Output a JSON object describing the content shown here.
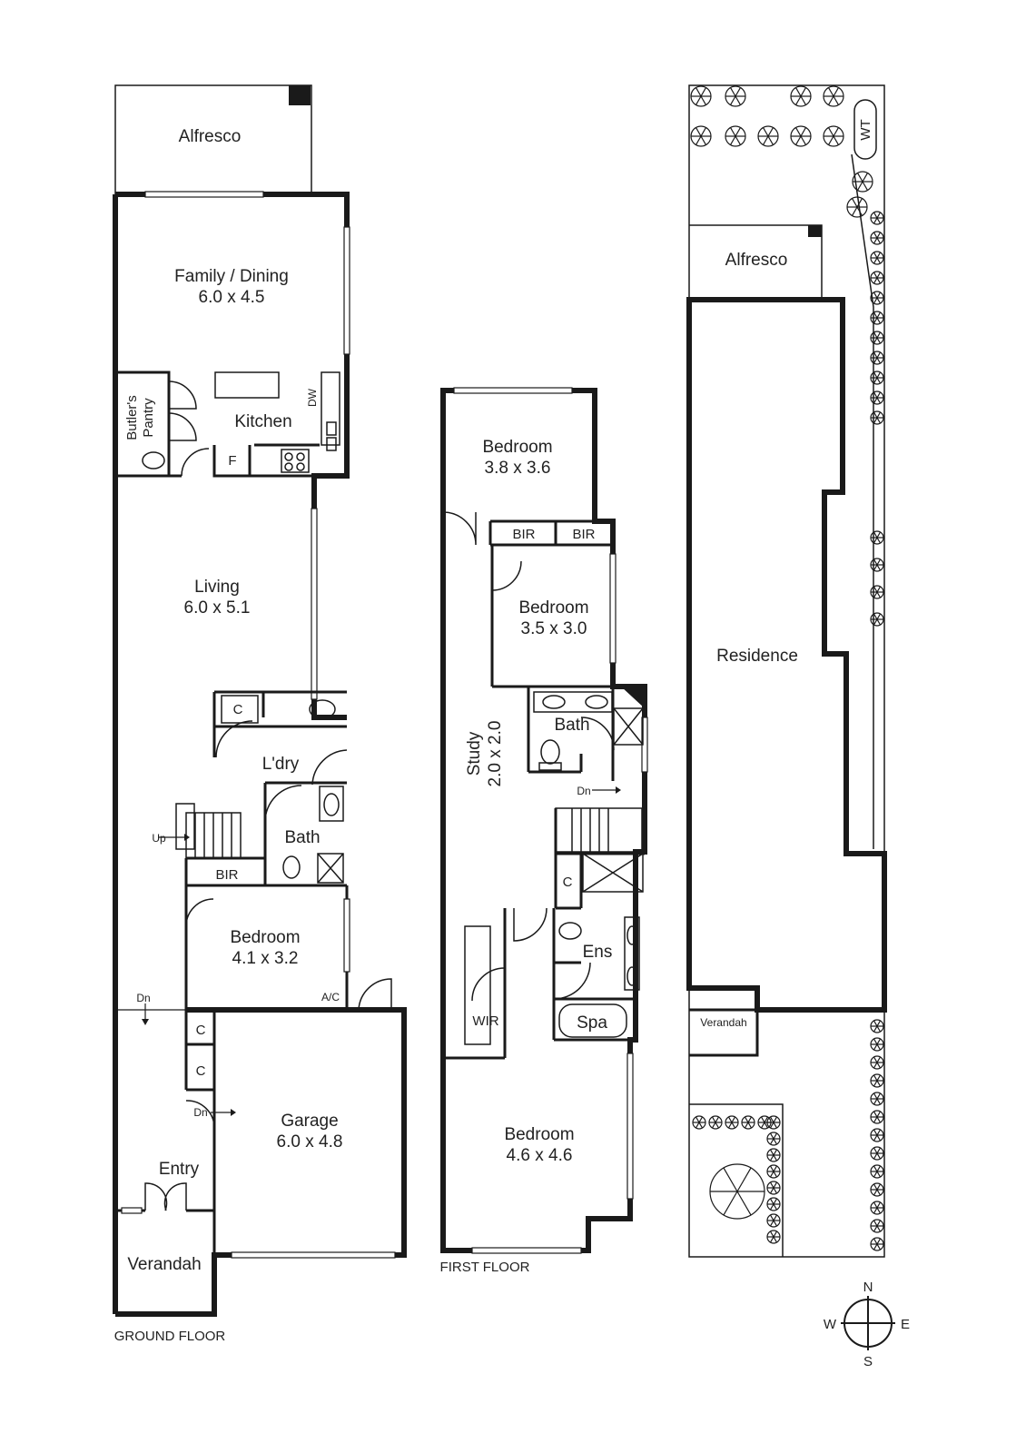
{
  "ground_floor": {
    "caption": "GROUND FLOOR",
    "rooms": {
      "alfresco": "Alfresco",
      "family_dining": {
        "name": "Family / Dining",
        "size": "6.0 x 4.5"
      },
      "kitchen": "Kitchen",
      "butlers_pantry": [
        "Butler's",
        "Pantry"
      ],
      "dw": "DW",
      "fridge": "F",
      "living": {
        "name": "Living",
        "size": "6.0 x 5.1"
      },
      "laundry": "L'dry",
      "laundry_cupboard": "C",
      "bath": "Bath",
      "bir": "BIR",
      "up": "Up",
      "bedroom": {
        "name": "Bedroom",
        "size": "4.1 x 3.2"
      },
      "ac": "A/C",
      "dn_hall": "Dn",
      "cupboard_1": "C",
      "cupboard_2": "C",
      "dn_garage": "Dn",
      "garage": {
        "name": "Garage",
        "size": "6.0 x 4.8"
      },
      "entry": "Entry",
      "verandah": "Verandah"
    }
  },
  "first_floor": {
    "caption": "FIRST FLOOR",
    "rooms": {
      "bedroom_1": {
        "name": "Bedroom",
        "size": "3.8 x 3.6"
      },
      "bir_1": "BIR",
      "bir_2": "BIR",
      "bedroom_2": {
        "name": "Bedroom",
        "size": "3.5 x 3.0"
      },
      "study": {
        "name": "Study",
        "size": "2.0 x 2.0"
      },
      "bath": "Bath",
      "dn": "Dn",
      "cupboard": "C",
      "ens": "Ens",
      "wir": "WIR",
      "spa": "Spa",
      "bedroom_3": {
        "name": "Bedroom",
        "size": "4.6 x 4.6"
      }
    }
  },
  "site_plan": {
    "wt": "WT",
    "alfresco": "Alfresco",
    "residence": "Residence",
    "verandah": "Verandah"
  },
  "compass": {
    "n": "N",
    "s": "S",
    "e": "E",
    "w": "W"
  }
}
